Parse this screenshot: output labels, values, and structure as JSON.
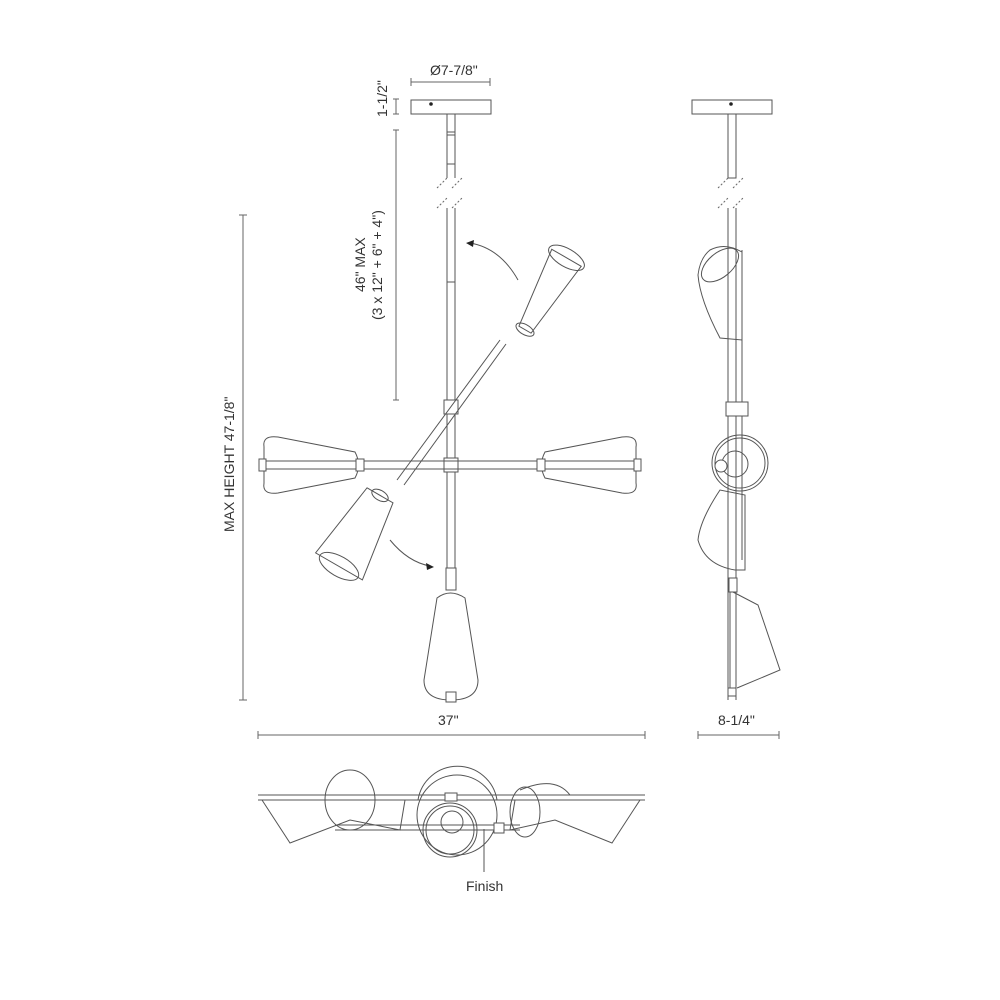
{
  "drawing": {
    "type": "technical-dimension-drawing",
    "subject": "chandelier / multi-arm pendant light",
    "views": [
      "front-view",
      "side-view",
      "bottom-view"
    ]
  },
  "dimensions": {
    "canopy_diameter": "Ø7-7/8\"",
    "canopy_height": "1-1/2\"",
    "stem_max": "46\" MAX",
    "stem_breakdown": "(3 x 12\" + 6\" + 4\")",
    "max_height": "MAX HEIGHT 47-1/8\"",
    "width": "37\"",
    "depth": "8-1/4\""
  },
  "callouts": {
    "finish": "Finish"
  },
  "colors": {
    "line": "#555555",
    "dimension_line": "#666666",
    "background": "#ffffff"
  }
}
